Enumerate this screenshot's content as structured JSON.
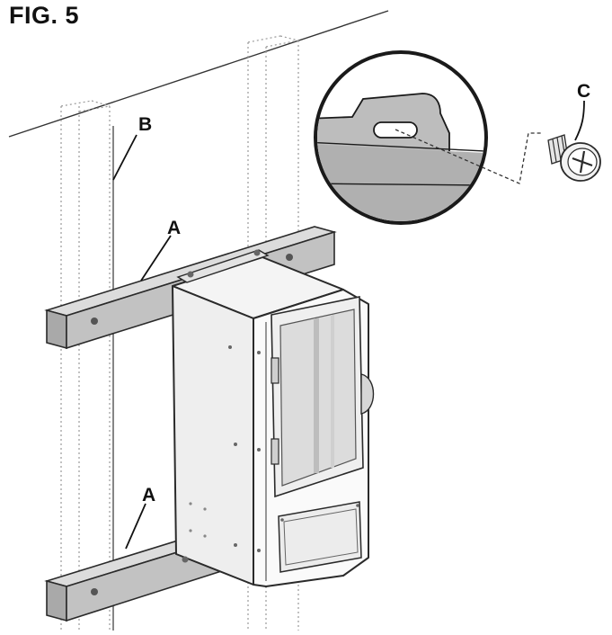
{
  "figure": {
    "title": "FIG. 5",
    "callouts": {
      "a_upper": "A",
      "a_lower": "A",
      "b": "B",
      "c": "C"
    }
  },
  "colors": {
    "ink": "#2a2a2a",
    "rail_fill": "#c2c2c2",
    "enclosure_side": "#eeeeee",
    "enclosure_front": "#fafafa",
    "window_glass": "#dcdcdc",
    "detail_bracket": "#bdbdbd"
  },
  "icons": {
    "screw": "screw-icon",
    "detail": "magnifier-detail-circle"
  }
}
